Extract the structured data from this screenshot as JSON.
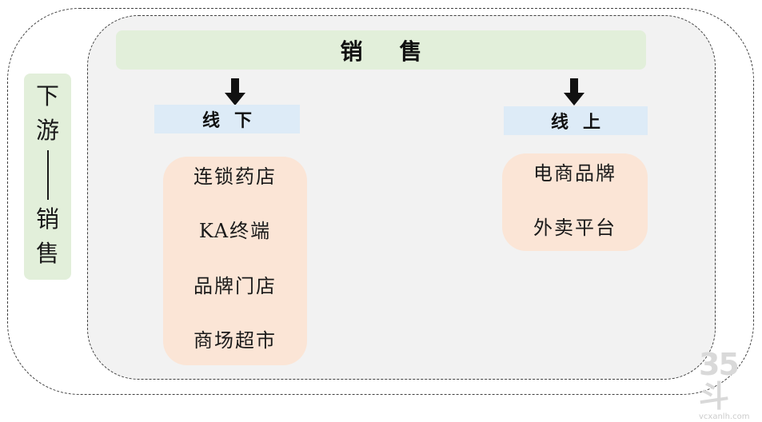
{
  "side_label": {
    "chars": [
      "下",
      "游",
      "销",
      "售"
    ]
  },
  "header": {
    "title": "销售"
  },
  "offline": {
    "label": "线下",
    "items": [
      "连锁药店",
      "KA终端",
      "品牌门店",
      "商场超市"
    ]
  },
  "online": {
    "label": "线上",
    "items": [
      "电商品牌",
      "外卖平台"
    ]
  },
  "watermark": {
    "big": "35斗",
    "small": "vcxanlh.com"
  }
}
